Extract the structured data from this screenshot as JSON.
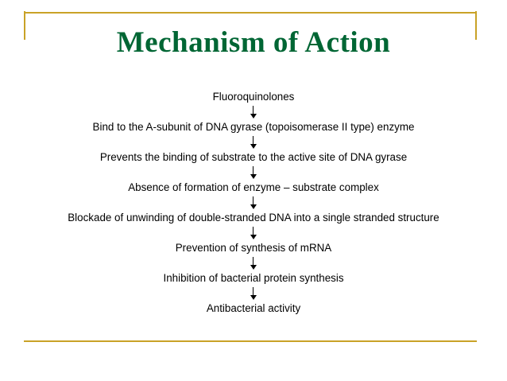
{
  "slide": {
    "title": "Mechanism of Action",
    "accent_color": "#c9a227",
    "title_color": "#006634"
  },
  "flow": {
    "steps": [
      "Fluoroquinolones",
      "Bind to the A-subunit of DNA gyrase (topoisomerase II type) enzyme",
      "Prevents the binding of substrate to the active site of DNA gyrase",
      "Absence of formation of enzyme – substrate complex",
      "Blockade of unwinding of double-stranded DNA into a single stranded structure",
      "Prevention of synthesis of mRNA",
      "Inhibition of bacterial protein synthesis",
      "Antibacterial activity"
    ]
  }
}
